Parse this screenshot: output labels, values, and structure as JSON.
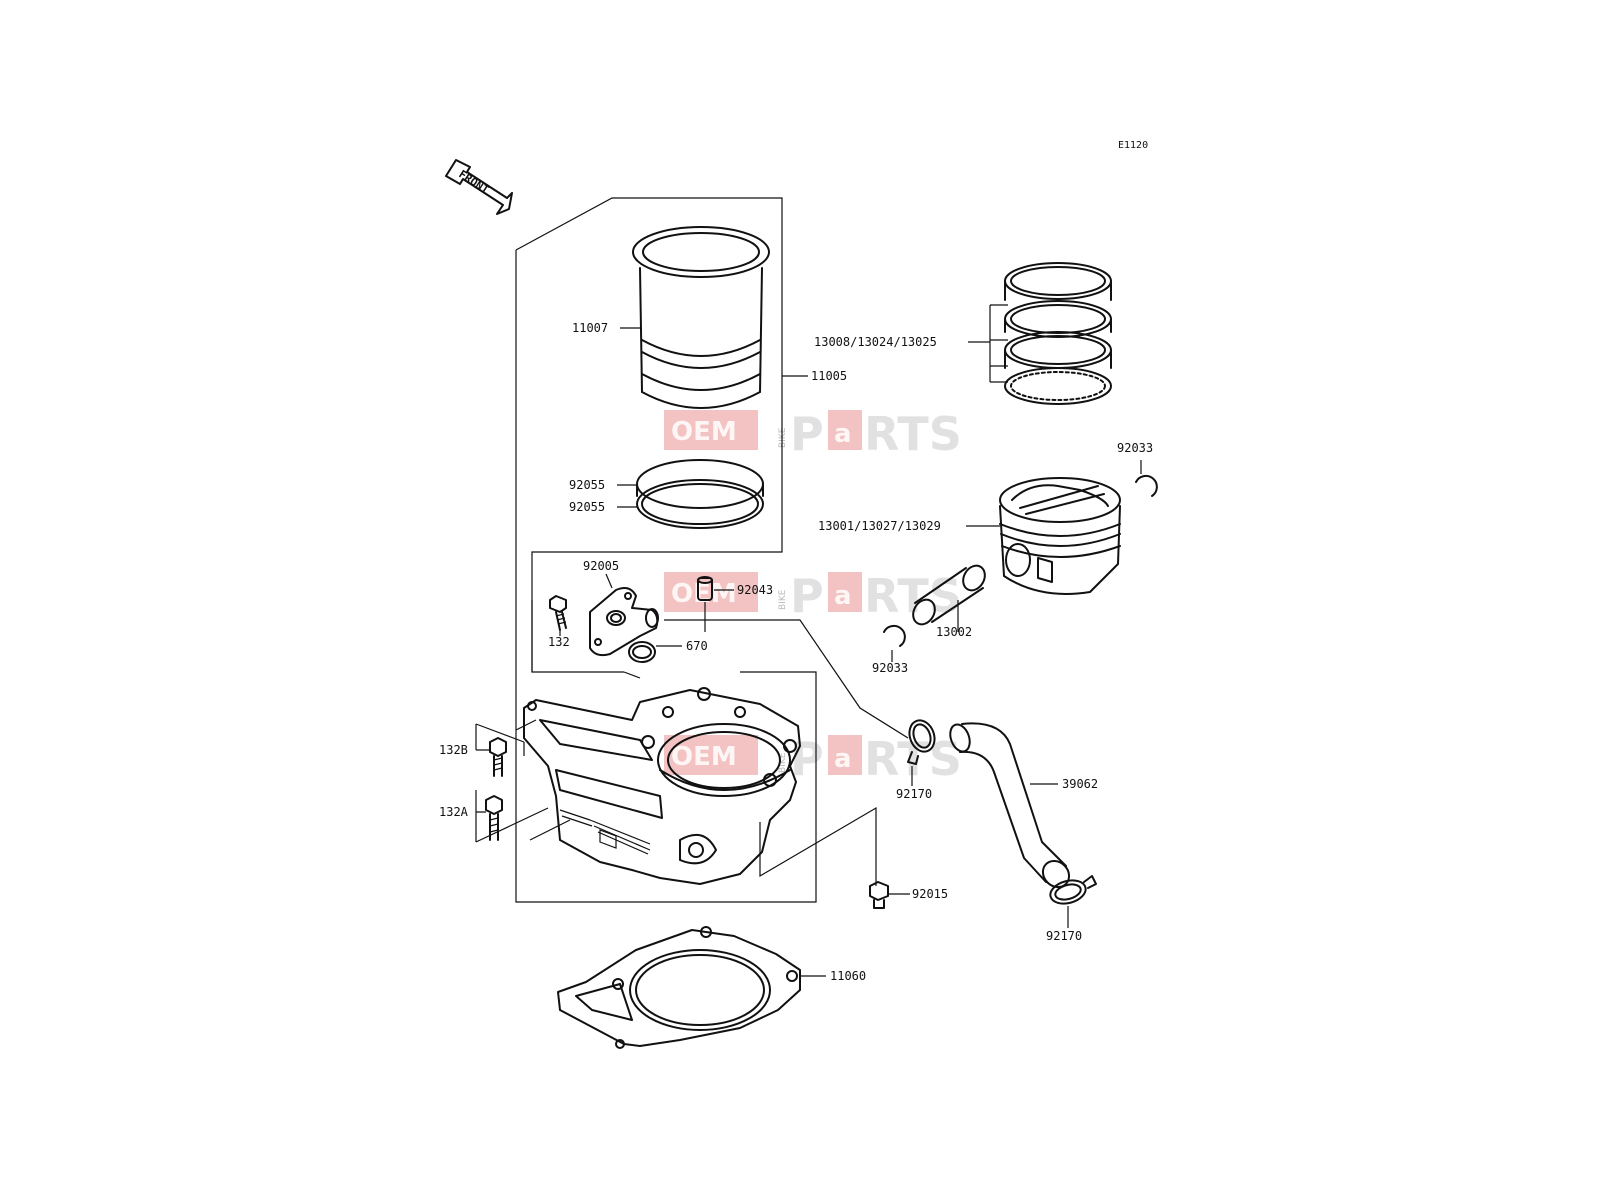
{
  "diagram": {
    "code": "E1120",
    "front_label": "FRONT",
    "watermark": {
      "oem": "OEM",
      "bike": "BIKE",
      "p": "P",
      "a": "a",
      "rts": "RTS"
    },
    "callouts": {
      "c11007": "11007",
      "c11005": "11005",
      "c92055a": "92055",
      "c92055b": "92055",
      "c13008": "13008/13024/13025",
      "c92033a": "92033",
      "c13001": "13001/13027/13029",
      "c92005": "92005",
      "c92043": "92043",
      "c132": "132",
      "c670": "670",
      "c13002": "13002",
      "c92033b": "92033",
      "c132b": "132B",
      "c132a": "132A",
      "c92170a": "92170",
      "c39062": "39062",
      "c92015": "92015",
      "c92170b": "92170",
      "c11060": "11060"
    }
  }
}
